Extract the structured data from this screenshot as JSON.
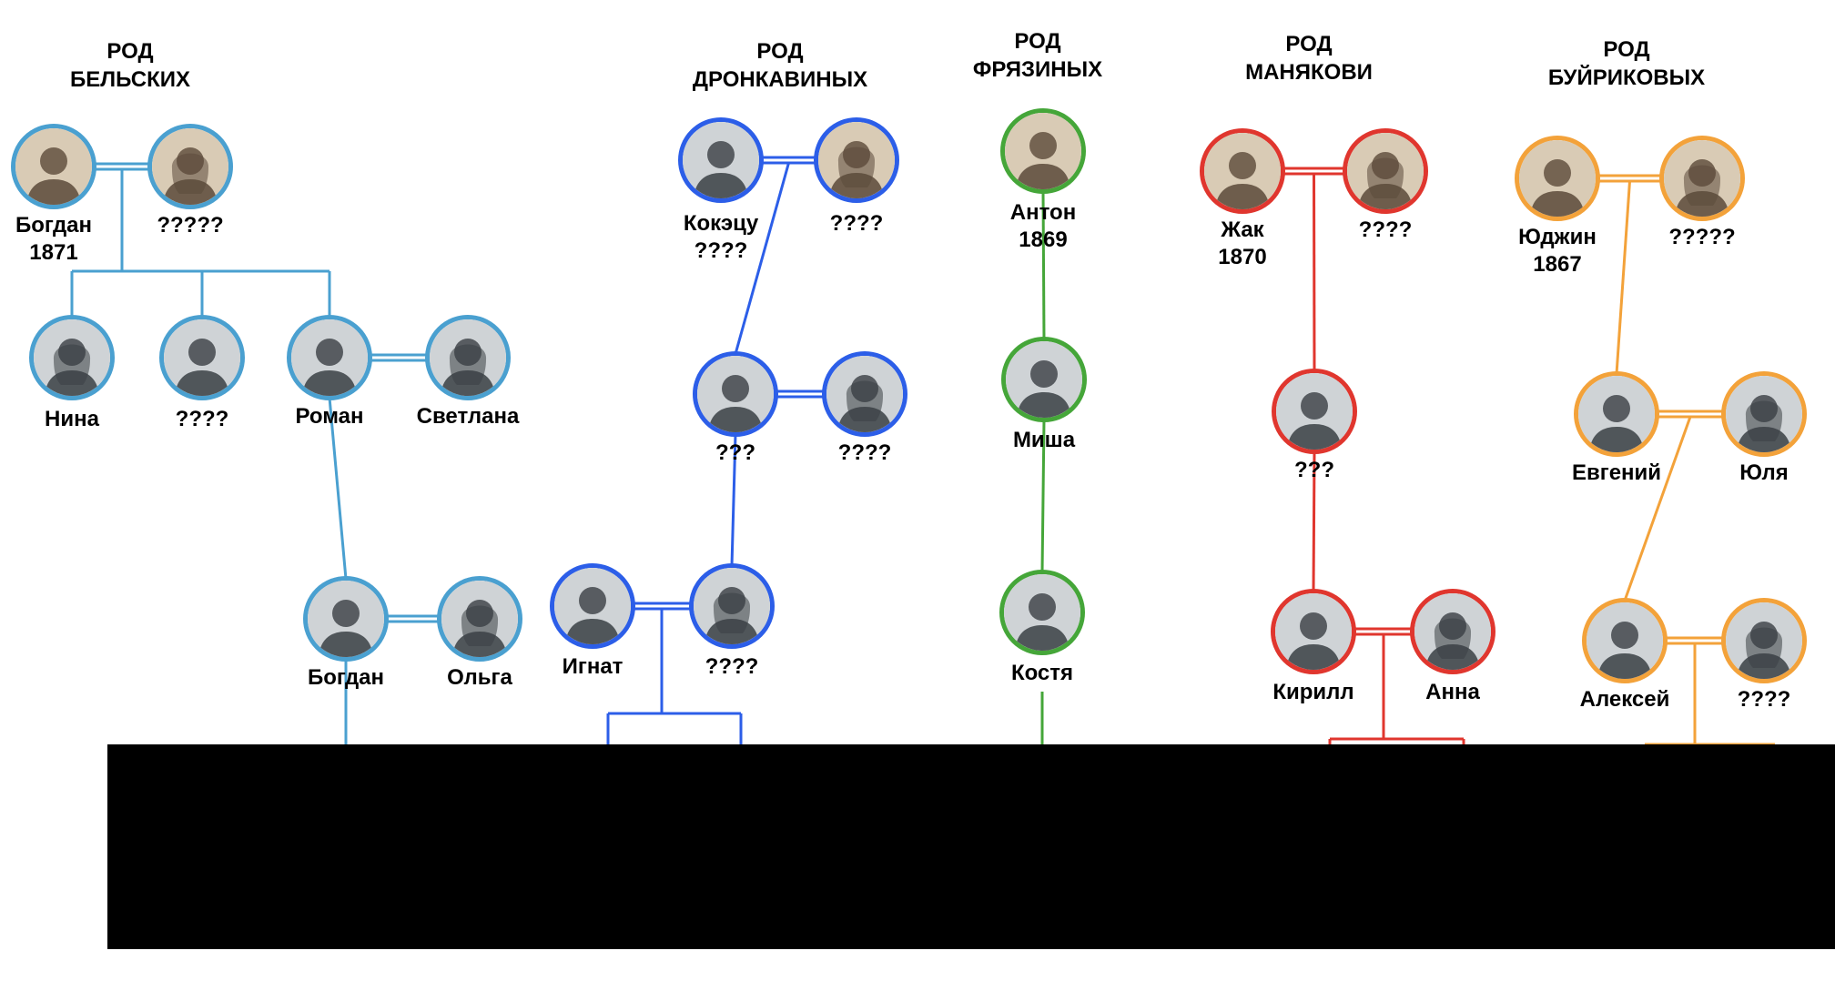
{
  "colors": {
    "belskie": "#4aa0d0",
    "dronkaviny": "#2c5ee8",
    "fryaziny": "#45a639",
    "manyakovi": "#e0362e",
    "buirikovy": "#f3a23a",
    "redaction": "#000000"
  },
  "clans": [
    {
      "id": "belskie",
      "line1": "РОД",
      "line2": "БЕЛЬСКИХ"
    },
    {
      "id": "dronkaviny",
      "line1": "РОД",
      "line2": "ДРОНКАВИНЫХ"
    },
    {
      "id": "fryaziny",
      "line1": "РОД",
      "line2": "ФРЯЗИНЫХ"
    },
    {
      "id": "manyakovi",
      "line1": "РОД",
      "line2": "МАНЯКОВИ"
    },
    {
      "id": "buirikovy",
      "line1": "РОД",
      "line2": "БУЙРИКОВЫХ"
    }
  ],
  "people": [
    {
      "id": "bogdan1871",
      "clan": "belskie",
      "line1": "Богдан",
      "line2": "1871",
      "portrait": "sepia-man-uniform"
    },
    {
      "id": "bel_wife",
      "clan": "belskie",
      "line1": "?????",
      "line2": "",
      "portrait": "sepia-woman"
    },
    {
      "id": "nina",
      "clan": "belskie",
      "line1": "Нина",
      "line2": "",
      "portrait": "woman-headphones"
    },
    {
      "id": "bel_child2",
      "clan": "belskie",
      "line1": "????",
      "line2": "",
      "portrait": "man-mustache"
    },
    {
      "id": "roman",
      "clan": "belskie",
      "line1": "Роман",
      "line2": "",
      "portrait": "old-man-pipe"
    },
    {
      "id": "svetlana",
      "clan": "belskie",
      "line1": "Светлана",
      "line2": "",
      "portrait": "woman-officer-cap"
    },
    {
      "id": "bogdan_young",
      "clan": "belskie",
      "line1": "Богдан",
      "line2": "",
      "portrait": "young-man"
    },
    {
      "id": "olga",
      "clan": "belskie",
      "line1": "Ольга",
      "line2": "",
      "portrait": "girl-glasses"
    },
    {
      "id": "koketsu",
      "clan": "dronkaviny",
      "line1": "Кокэцу",
      "line2": "????",
      "portrait": "old-man-beard"
    },
    {
      "id": "dron_wife",
      "clan": "dronkaviny",
      "line1": "????",
      "line2": "",
      "portrait": "sepia-woman"
    },
    {
      "id": "dron_son",
      "clan": "dronkaviny",
      "line1": "???",
      "line2": "",
      "portrait": "man-portrait"
    },
    {
      "id": "dron_son_wife",
      "clan": "dronkaviny",
      "line1": "????",
      "line2": "",
      "portrait": "woman-garrison-cap"
    },
    {
      "id": "ignat",
      "clan": "dronkaviny",
      "line1": "Игнат",
      "line2": "",
      "portrait": "young-man-long-hair"
    },
    {
      "id": "dron_gd",
      "clan": "dronkaviny",
      "line1": "????",
      "line2": "",
      "portrait": "girl-red-hair"
    },
    {
      "id": "anton",
      "clan": "fryaziny",
      "line1": "Антон",
      "line2": "1869",
      "portrait": "sepia-man"
    },
    {
      "id": "misha",
      "clan": "fryaziny",
      "line1": "Миша",
      "line2": "",
      "portrait": "man-goggles"
    },
    {
      "id": "kostya",
      "clan": "fryaziny",
      "line1": "Костя",
      "line2": "",
      "portrait": "young-man-glasses"
    },
    {
      "id": "zhak",
      "clan": "manyakovi",
      "line1": "Жак",
      "line2": "1870",
      "portrait": "sepia-man-mustache"
    },
    {
      "id": "many_wife",
      "clan": "manyakovi",
      "line1": "????",
      "line2": "",
      "portrait": "sepia-woman"
    },
    {
      "id": "many_son",
      "clan": "manyakovi",
      "line1": "???",
      "line2": "",
      "portrait": "man-soldier"
    },
    {
      "id": "kirill",
      "clan": "manyakovi",
      "line1": "Кирилл",
      "line2": "",
      "portrait": "young-man"
    },
    {
      "id": "anna",
      "clan": "manyakovi",
      "line1": "Анна",
      "line2": "",
      "portrait": "woman-long-hair"
    },
    {
      "id": "yudzhin",
      "clan": "buirikovy",
      "line1": "Юджин",
      "line2": "1867",
      "portrait": "sepia-man"
    },
    {
      "id": "bui_wife",
      "clan": "buirikovy",
      "line1": "?????",
      "line2": "",
      "portrait": "sepia-woman"
    },
    {
      "id": "evgeniy",
      "clan": "buirikovy",
      "line1": "Евгений",
      "line2": "",
      "portrait": "old-man-bald"
    },
    {
      "id": "yulya",
      "clan": "buirikovy",
      "line1": "Юля",
      "line2": "",
      "portrait": "woman-short-hair"
    },
    {
      "id": "aleksey",
      "clan": "buirikovy",
      "line1": "Алексей",
      "line2": "",
      "portrait": "young-man-buzzcut"
    },
    {
      "id": "bui_gd_wife",
      "clan": "buirikovy",
      "line1": "????",
      "line2": "",
      "portrait": "young-woman"
    }
  ],
  "marriages": [
    [
      "bogdan1871",
      "bel_wife"
    ],
    [
      "roman",
      "svetlana"
    ],
    [
      "bogdan_young",
      "olga"
    ],
    [
      "koketsu",
      "dron_wife"
    ],
    [
      "dron_son",
      "dron_son_wife"
    ],
    [
      "ignat",
      "dron_gd"
    ],
    [
      "zhak",
      "many_wife"
    ],
    [
      "kirill",
      "anna"
    ],
    [
      "yudzhin",
      "bui_wife"
    ],
    [
      "evgeniy",
      "yulya"
    ],
    [
      "aleksey",
      "bui_gd_wife"
    ]
  ],
  "descents": [
    {
      "from": [
        "bogdan1871",
        "bel_wife"
      ],
      "to": [
        "nina",
        "bel_child2",
        "roman"
      ]
    },
    {
      "from": [
        "roman"
      ],
      "to": [
        "bogdan_young"
      ]
    },
    {
      "from": [
        "koketsu",
        "dron_wife"
      ],
      "to": [
        "dron_son"
      ]
    },
    {
      "from": [
        "dron_son"
      ],
      "to": [
        "dron_gd"
      ]
    },
    {
      "from": [
        "anton"
      ],
      "to": [
        "misha"
      ]
    },
    {
      "from": [
        "misha"
      ],
      "to": [
        "kostya"
      ]
    },
    {
      "from": [
        "zhak",
        "many_wife"
      ],
      "to": [
        "many_son"
      ]
    },
    {
      "from": [
        "many_son"
      ],
      "to": [
        "kirill"
      ]
    },
    {
      "from": [
        "yudzhin",
        "bui_wife"
      ],
      "to": [
        "evgeniy"
      ]
    },
    {
      "from": [
        "evgeniy",
        "yulya"
      ],
      "to": [
        "aleksey"
      ]
    }
  ]
}
